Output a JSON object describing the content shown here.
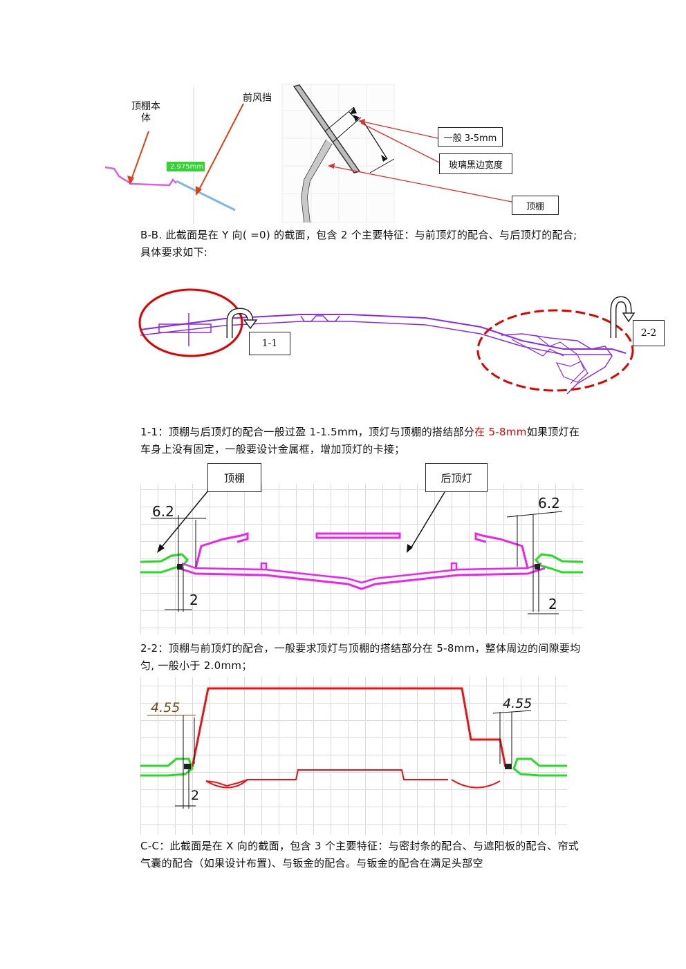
{
  "figure_top": {
    "label_headliner_body": "顶棚本体",
    "label_front_windshield": "前风挡",
    "measure": "2.975mm",
    "callout_general": "一般 3-5mm",
    "callout_glass_border": "玻璃黑边宽度",
    "callout_headliner": "顶棚"
  },
  "para_bb": "B-B. 此截面是在 Y 向( =0) 的截面，包含 2 个主要特征：与前顶灯的配合、与后顶灯的配合; 具体要求如下:",
  "figure_section": {
    "label_1_1": "1-1",
    "label_2_2": "2-2"
  },
  "para_11": {
    "part1": "1-1：顶棚与后顶灯的配合一般过盈 1-1.5mm，顶灯与顶棚的搭结部分",
    "part_red": "在 5-8mm",
    "part2": "如果顶灯在车身上没有固定，一般要设计金属框，增加顶灯的卡接；"
  },
  "figure_11": {
    "label_headliner": "顶棚",
    "label_rear_lamp": "后顶灯",
    "dim_left_top": "6.2",
    "dim_right_top": "6.2",
    "dim_left_bottom": "2",
    "dim_right_bottom": "2"
  },
  "para_22": "2-2：顶棚与前顶灯的配合，一般要求顶灯与顶棚的搭结部分在 5-8mm，整体周边的间隙要均匀, 一般小于 2.0mm；",
  "figure_22": {
    "dim_left_top": "4.55",
    "dim_right_top": "4.55",
    "dim_bottom": "2"
  },
  "para_cc": "C-C：此截面是在 X 向的截面，包含 3 个主要特征：与密封条的配合、与遮阳板的配合、帘式气囊的配合（如果设计布置)、与钣金的配合。与钣金的配合在满足头部空"
}
